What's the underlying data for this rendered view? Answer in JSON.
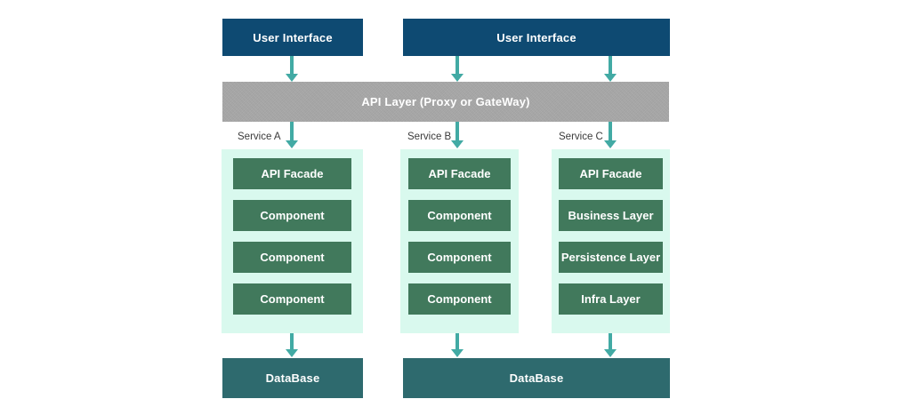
{
  "palette": {
    "navy": "#0e4a72",
    "gray": "#a8a8a8",
    "mint": "#d9f9ee",
    "green": "#41795c",
    "db_teal": "#2e6a6e",
    "arrow": "#42aaa4",
    "label": "#3a3a3a",
    "text_light": "#ffffff"
  },
  "diagram": {
    "ui_boxes": [
      {
        "label": "User Interface"
      },
      {
        "label": "User Interface"
      }
    ],
    "api_layer": {
      "label": "API Layer (Proxy or GateWay)"
    },
    "services": [
      {
        "name": "Service A",
        "rows": [
          "API Facade",
          "Component",
          "Component",
          "Component"
        ]
      },
      {
        "name": "Service B",
        "rows": [
          "API Facade",
          "Component",
          "Component",
          "Component"
        ]
      },
      {
        "name": "Service C",
        "rows": [
          "API Facade",
          "Business Layer",
          "Persistence Layer",
          "Infra Layer"
        ]
      }
    ],
    "databases": [
      {
        "label": "DataBase"
      },
      {
        "label": "DataBase"
      }
    ]
  }
}
